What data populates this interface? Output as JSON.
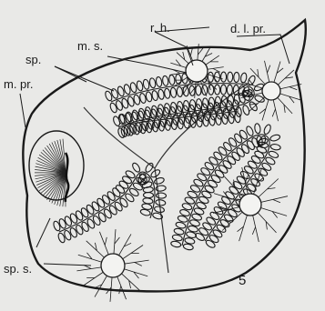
{
  "figure": {
    "number": "5",
    "labels": {
      "rh": "r. h.",
      "dlpr": "d. l. pr.",
      "ms": "m. s.",
      "sp": "sp.",
      "mpr": "m. pr.",
      "sps": "sp. s."
    }
  },
  "colors": {
    "background": "#e9e9e7",
    "ink": "#1a1a1a"
  }
}
